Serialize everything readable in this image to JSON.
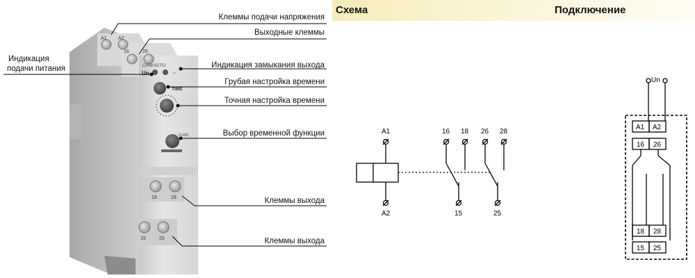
{
  "annotations": {
    "supply_terminals": "Клеммы подачи напряжения",
    "output_terminals_top": "Выходные клеммы",
    "power_indication_l1": "Индикация",
    "power_indication_l2": "подачи питания",
    "output_closing_indication": "Индикация замыкания выхода",
    "coarse_time_setting": "Грубая настройка времени",
    "fine_time_setting": "Точная настройка времени",
    "time_function_select": "Выбор временной функции",
    "output_terminals_1": "Клеммы выхода",
    "output_terminals_2": "Клеммы выхода"
  },
  "device": {
    "model": "CRM-82TO",
    "un_label": "Un",
    "time_label": "TIME",
    "func_label": "FUNC",
    "terminals_top_left": [
      "A1",
      "A2"
    ],
    "terminals_top_right": [
      "16",
      "26"
    ],
    "terminals_mid": [
      "18",
      "28"
    ],
    "terminals_bottom": [
      "15",
      "25"
    ]
  },
  "headers": {
    "scheme": "Схема",
    "connection": "Подключение"
  },
  "scheme": {
    "a1": "A1",
    "a2": "A2",
    "t16": "16",
    "t18": "18",
    "t26": "26",
    "t28": "28",
    "t15": "15",
    "t25": "25"
  },
  "connection": {
    "un": "Un",
    "row1": [
      "A1",
      "A2"
    ],
    "row2": [
      "16",
      "26"
    ],
    "row3": [
      "18",
      "28"
    ],
    "row4": [
      "15",
      "25"
    ]
  }
}
